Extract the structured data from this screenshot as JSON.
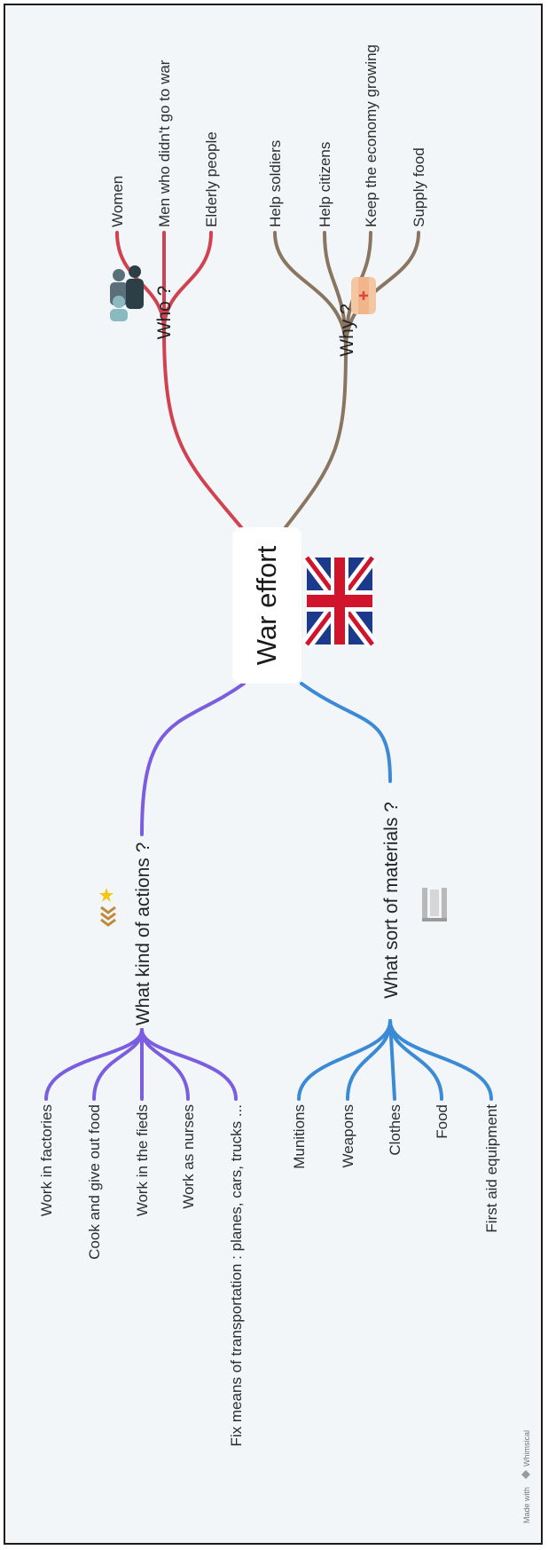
{
  "center": {
    "title": "War effort",
    "flag_icon": "union-jack-flag-icon"
  },
  "branches": {
    "who": {
      "label": "Who ?",
      "icon": "people-group-icon",
      "color": "#d0424f",
      "items": [
        "Women",
        "Men who didn't go to war",
        "Elderly people"
      ]
    },
    "why": {
      "label": "Why ?",
      "icon": "medical-kit-icon",
      "color": "#8a7560",
      "items": [
        "Help soldiers",
        "Help citizens",
        "Keep the economy growing",
        "Supply food"
      ]
    },
    "actions": {
      "label": "What kind of actions ?",
      "icon": "military-rank-icon",
      "color": "#7b5ee0",
      "items": [
        "Work in factories",
        "Cook and give out food",
        "Work in the fieds",
        "Work as nurses",
        "Fix means of transportation : planes, cars, trucks ..."
      ]
    },
    "materials": {
      "label": "What sort of materials ?",
      "icon": "ammunition-shells-icon",
      "color": "#3a8ad6",
      "items": [
        "Munitions",
        "Weapons",
        "Clothes",
        "Food",
        "First aid equipment"
      ]
    }
  },
  "footer": {
    "credit": "Made with",
    "brand": "Whimsical",
    "brand_icon": "whimsical-logo-icon"
  }
}
